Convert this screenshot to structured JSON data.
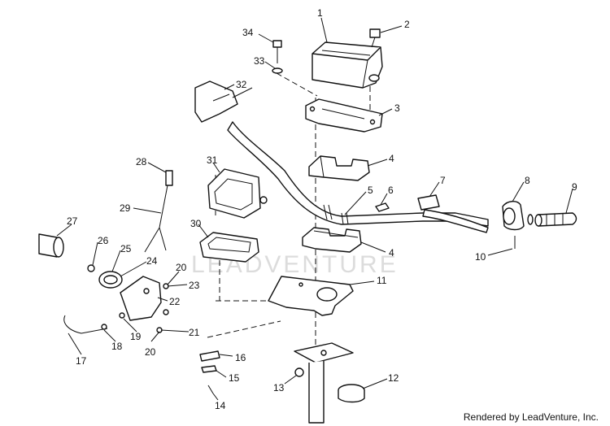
{
  "watermark": "LEADVENTURE",
  "credit": "Rendered by LeadVenture, Inc.",
  "callouts": [
    "1",
    "2",
    "3",
    "4",
    "4",
    "5",
    "6",
    "7",
    "8",
    "9",
    "10",
    "11",
    "12",
    "13",
    "14",
    "15",
    "16",
    "17",
    "18",
    "19",
    "20",
    "20",
    "21",
    "22",
    "23",
    "24",
    "25",
    "26",
    "27",
    "28",
    "29",
    "30",
    "31",
    "32",
    "33",
    "34"
  ]
}
